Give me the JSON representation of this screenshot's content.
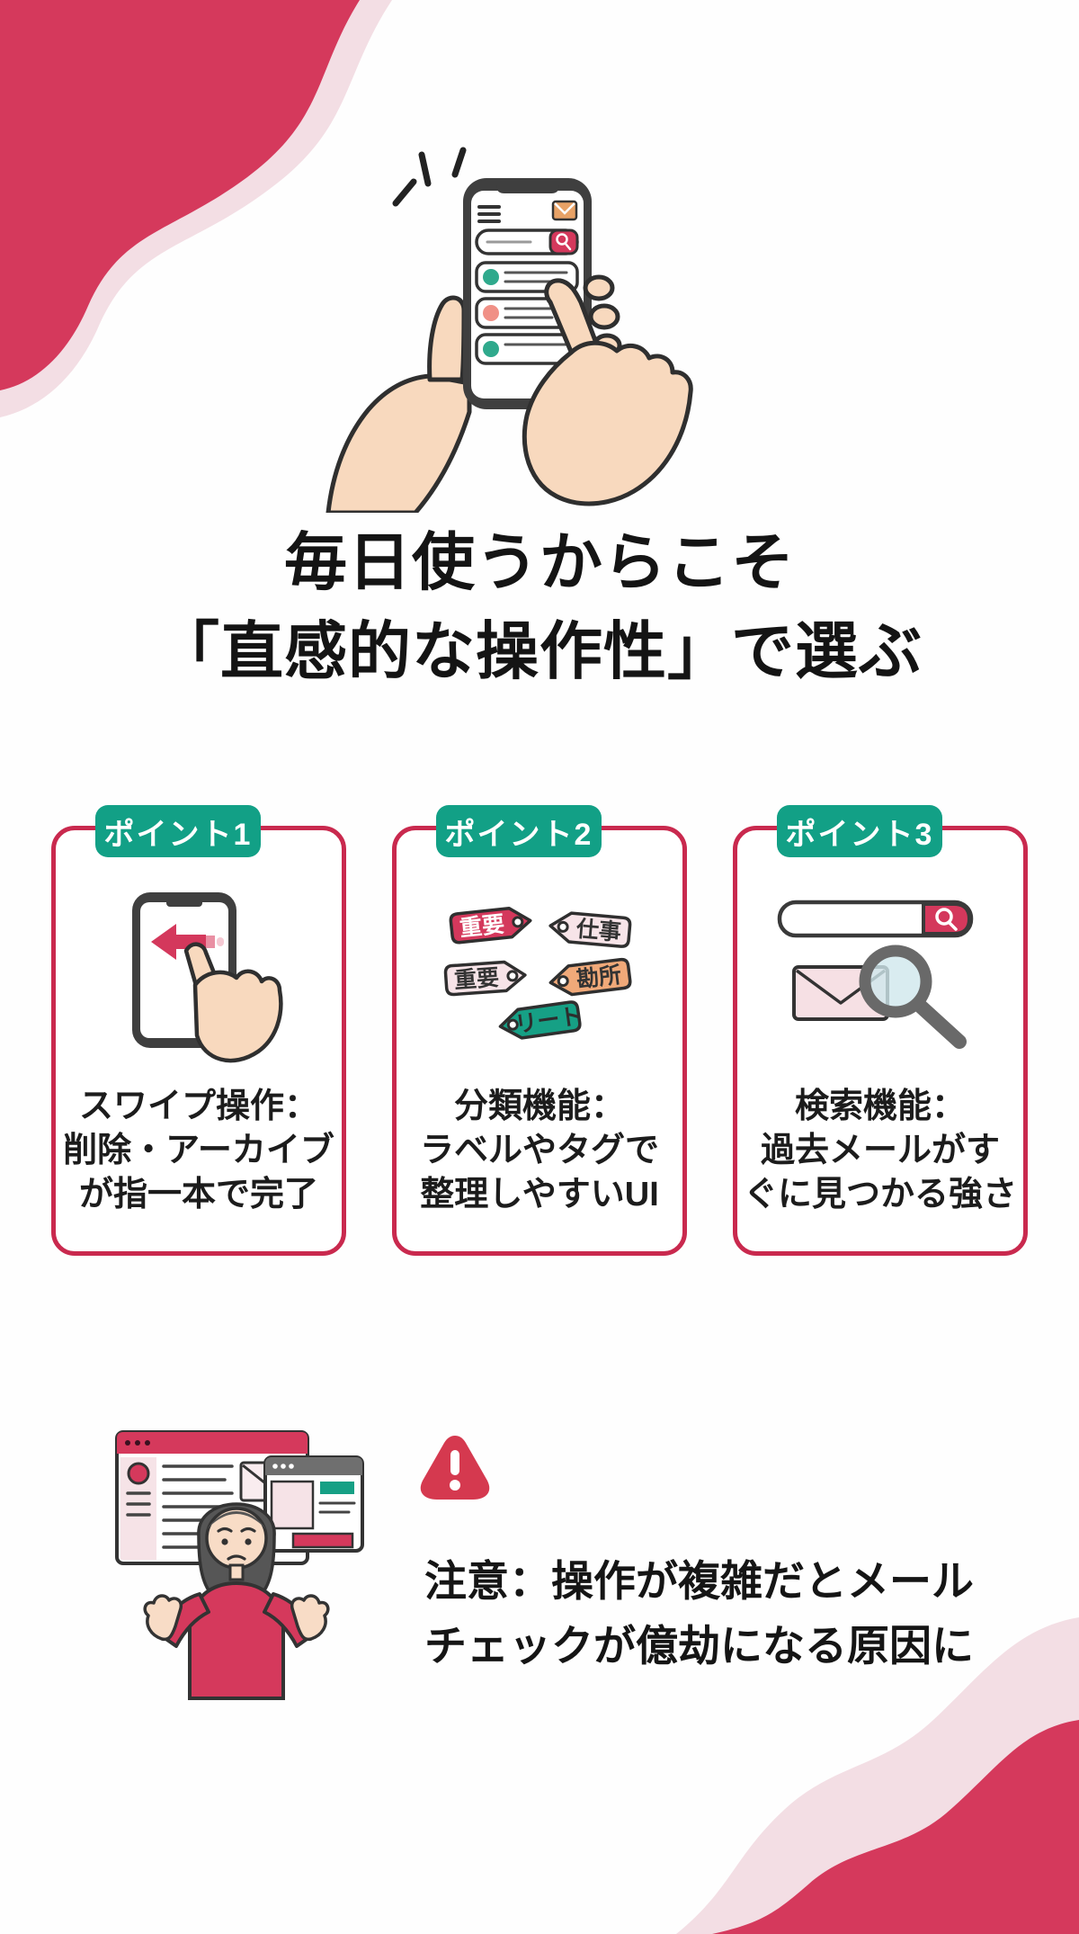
{
  "colors": {
    "card_border_red": "#c9294e",
    "wave_red": "#d5395c",
    "wave_pink": "#f3dee4",
    "badge_teal": "#12a086",
    "accent_red": "#d4385c",
    "tag_pink": "#f7e4e8",
    "tag_orange": "#f0a979",
    "tag_teal": "#16a085",
    "skin": "#f8d9be"
  },
  "title": {
    "line1": "毎日使うからこそ",
    "line2": "「直感的な操作性」で選ぶ"
  },
  "points": [
    {
      "badge": "ポイント1",
      "caption_lines": [
        "スワイプ操作：",
        "削除・アーカイブ",
        "が指一本で完了"
      ]
    },
    {
      "badge": "ポイント2",
      "caption_lines": [
        "分類機能：",
        "ラベルやタグで",
        "整理しやすいUI"
      ],
      "tags": [
        {
          "label": "重要"
        },
        {
          "label": "仕事"
        },
        {
          "label": "重要"
        },
        {
          "label": "勘所"
        },
        {
          "label": "リート"
        }
      ]
    },
    {
      "badge": "ポイント3",
      "caption_lines": [
        "検索機能：",
        "過去メールがす",
        "ぐに見つかる強さ"
      ]
    }
  ],
  "warning": {
    "line1": "注意：操作が複雑だとメール",
    "line2": "チェックが億劫になる原因に"
  }
}
